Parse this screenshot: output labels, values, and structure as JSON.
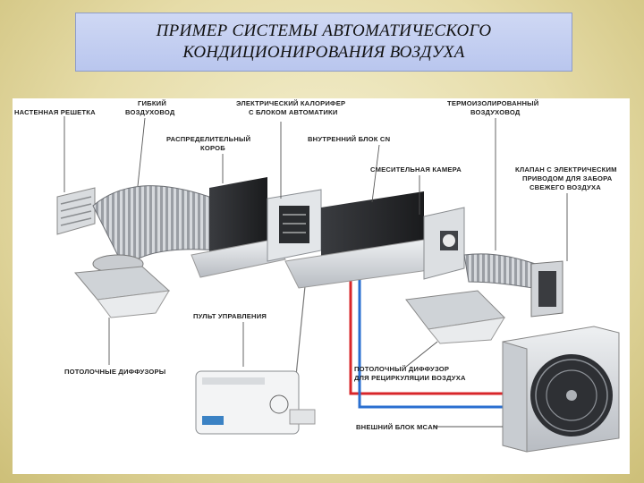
{
  "title": {
    "line1": "ПРИМЕР СИСТЕМЫ АВТОМАТИЧЕСКОГО",
    "line2": "КОНДИЦИОНИРОВАНИЯ ВОЗДУХА"
  },
  "labels": {
    "wall_grille": "НАСТЕННАЯ РЕШЕТКА",
    "flex_duct_1": "ГИБКИЙ",
    "flex_duct_2": "ВОЗДУХОВОД",
    "heater_1": "ЭЛЕКТРИЧЕСКИЙ КАЛОРИФЕР",
    "heater_2": "С БЛОКОМ АВТОМАТИКИ",
    "insulated_1": "ТЕРМОИЗОЛИРОВАННЫЙ",
    "insulated_2": "ВОЗДУХОВОД",
    "distribution_1": "РАСПРЕДЕЛИТЕЛЬНЫЙ",
    "distribution_2": "КОРОБ",
    "indoor_unit": "ВНУТРЕННИЙ БЛОК CN",
    "mixing_chamber": "СМЕСИТЕЛЬНАЯ КАМЕРА",
    "valve_1": "КЛАПАН С ЭЛЕКТРИЧЕСКИМ",
    "valve_2": "ПРИВОДОМ ДЛЯ ЗАБОРА",
    "valve_3": "СВЕЖЕГО ВОЗДУХА",
    "control_panel": "ПУЛЬТ УПРАВЛЕНИЯ",
    "ceiling_diffusers": "ПОТОЛОЧНЫЕ ДИФФУЗОРЫ",
    "recirc_1": "ПОТОЛОЧНЫЙ ДИФФУЗОР",
    "recirc_2": "ДЛЯ РЕЦИРКУЛЯЦИИ ВОЗДУХА",
    "outdoor_unit": "ВНЕШНИЙ БЛОК MCAN"
  },
  "colors": {
    "background": "#e6dca8",
    "title_box": "#c4cff1",
    "pipe_red": "#d8262a",
    "pipe_blue": "#2a6fd0"
  }
}
